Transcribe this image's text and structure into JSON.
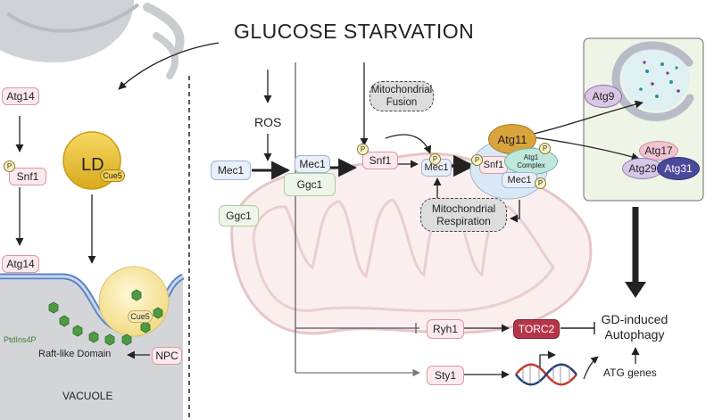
{
  "title": "GLUCOSE STARVATION",
  "phospho_label": "P",
  "left": {
    "atg14_top": "Atg14",
    "snf1": "Snf1",
    "atg14_bottom": "Atg14",
    "ld": "LD",
    "cue5_ld": "Cue5",
    "cue5_vacuole": "Cue5",
    "ptdins4p": "PtdIns4P",
    "raft": "Raft-like Domain",
    "npc": "NPC",
    "vacuole": "VACUOLE"
  },
  "center": {
    "ros": "ROS",
    "mec1_left": "Mec1",
    "ggc1_left": "Ggc1",
    "mec1_mid": "Mec1",
    "ggc1_mid": "Ggc1",
    "mito_fusion_1": "Mitochondrial",
    "mito_fusion_2": "Fusion",
    "snf1": "Snf1",
    "mec1_right": "Mec1",
    "mito_resp_1": "Mitochondrial",
    "mito_resp_2": "Respiration"
  },
  "complex": {
    "atg11": "Atg11",
    "snf1": "Snf1",
    "atg1_1": "Atg1",
    "atg1_2": "Complex",
    "mec1": "Mec1"
  },
  "right": {
    "atg9": "Atg9",
    "atg17": "Atg17",
    "atg29": "Atg29",
    "atg31": "Atg31"
  },
  "bottom": {
    "ryh1": "Ryh1",
    "torc2": "TORC2",
    "sty1": "Sty1",
    "gd_1": "GD-induced",
    "gd_2": "Autophagy",
    "atg_genes": "ATG genes"
  }
}
